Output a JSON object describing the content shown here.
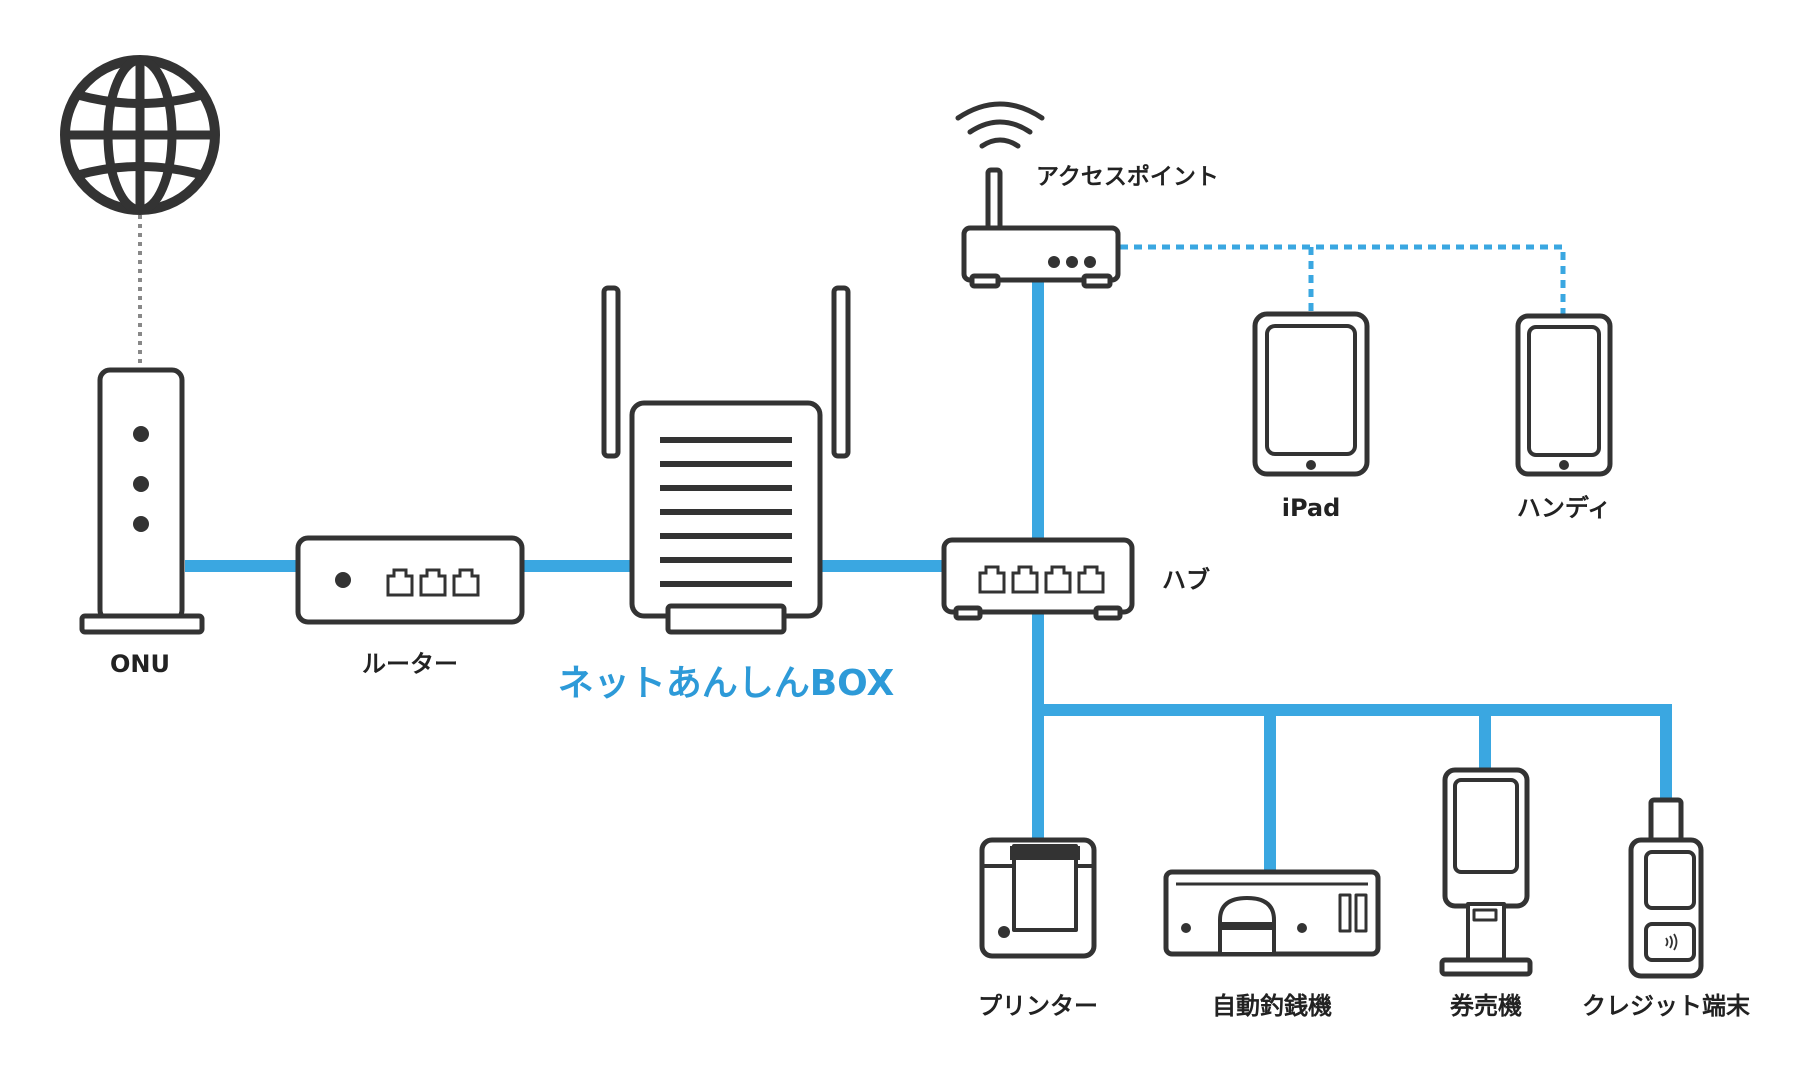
{
  "colors": {
    "wired": "#3aa7e1",
    "wireless": "#3aa7e1",
    "internet_link": "#888888",
    "device_stroke": "#333333",
    "brand_text": "#2d9ad8"
  },
  "nodes": {
    "internet": {
      "icon": "globe-icon",
      "label": ""
    },
    "onu": {
      "icon": "onu-icon",
      "label": "ONU"
    },
    "router": {
      "icon": "router-icon",
      "label": "ルーター"
    },
    "netbox": {
      "icon": "netbox-icon",
      "label": "ネットあんしんBOX"
    },
    "access_point": {
      "icon": "access-point-icon",
      "label": "アクセスポイント"
    },
    "hub": {
      "icon": "hub-icon",
      "label": "ハブ"
    },
    "ipad": {
      "icon": "tablet-icon",
      "label": "iPad"
    },
    "handy": {
      "icon": "handy-terminal-icon",
      "label": "ハンディ"
    },
    "printer": {
      "icon": "printer-icon",
      "label": "プリンター"
    },
    "changer": {
      "icon": "cash-changer-icon",
      "label": "自動釣銭機"
    },
    "ticket": {
      "icon": "ticket-machine-icon",
      "label": "券売機"
    },
    "credit": {
      "icon": "card-terminal-icon",
      "label": "クレジット端末"
    }
  }
}
